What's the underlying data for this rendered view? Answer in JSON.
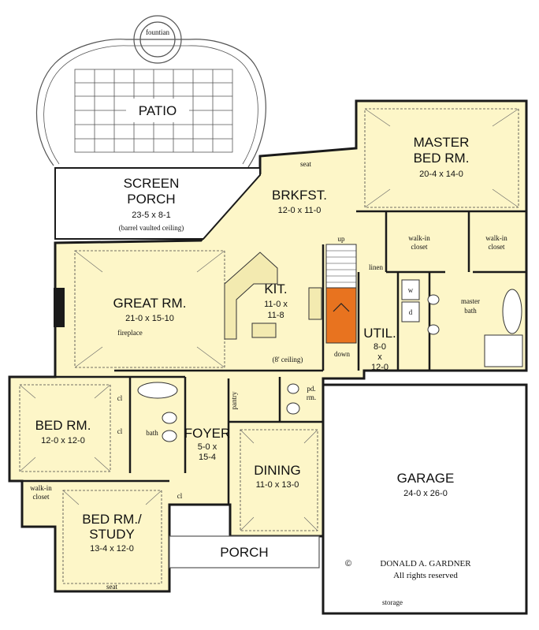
{
  "plan": {
    "background_color": "#ffffff",
    "floor_color": "#fdf6c8",
    "wall_color": "#1a1a1a",
    "stair_accent_color": "#e8731f",
    "outline_color": "#555555",
    "rooms": {
      "patio": {
        "name": "PATIO"
      },
      "fountain": {
        "name": "fountian"
      },
      "screen_porch": {
        "name_line1": "SCREEN",
        "name_line2": "PORCH",
        "dims": "23-5 x 8-1",
        "note": "(barrel vaulted ceiling)"
      },
      "brkfst": {
        "name": "BRKFST.",
        "dims": "12-0 x 11-0"
      },
      "seat_top": {
        "label": "seat"
      },
      "master_bed": {
        "name_line1": "MASTER",
        "name_line2": "BED RM.",
        "dims": "20-4 x 14-0"
      },
      "walk_in_closet_left": {
        "line1": "walk-in",
        "line2": "closet"
      },
      "walk_in_closet_right": {
        "line1": "walk-in",
        "line2": "closet"
      },
      "master_bath": {
        "line1": "master",
        "line2": "bath"
      },
      "linen": {
        "label": "linen"
      },
      "washer": {
        "label": "w"
      },
      "dryer": {
        "label": "d"
      },
      "great_rm": {
        "name": "GREAT RM.",
        "dims": "21-0 x 15-10",
        "fireplace": "fireplace"
      },
      "kit": {
        "name": "KIT.",
        "dims_line1": "11-0 x",
        "dims_line2": "11-8"
      },
      "stairs": {
        "up": "up",
        "down": "down"
      },
      "util": {
        "name": "UTIL.",
        "dims_line1": "8-0",
        "dims_line2": "x",
        "dims_line3": "12-0"
      },
      "ceiling_note": {
        "label": "(8' ceiling)"
      },
      "bed_rm_1": {
        "name": "BED RM.",
        "dims": "12-0 x 12-0"
      },
      "bath": {
        "label": "bath"
      },
      "cl_1": {
        "label": "cl"
      },
      "cl_2": {
        "label": "cl"
      },
      "cl_3": {
        "label": "cl"
      },
      "pantry": {
        "label": "pantry"
      },
      "pd_rm": {
        "line1": "pd.",
        "line2": "rm."
      },
      "foyer": {
        "name": "FOYER",
        "dims_line1": "5-0 x",
        "dims_line2": "15-4"
      },
      "dining": {
        "name": "DINING",
        "dims": "11-0 x 13-0"
      },
      "walk_in_closet_bed": {
        "line1": "walk-in",
        "line2": "closet"
      },
      "bed_rm_study": {
        "name_line1": "BED RM./",
        "name_line2": "STUDY",
        "dims": "13-4 x 12-0"
      },
      "seat_bottom": {
        "label": "seat"
      },
      "porch": {
        "name": "PORCH"
      },
      "garage": {
        "name": "GARAGE",
        "dims": "24-0 x 26-0"
      },
      "storage": {
        "label": "storage"
      }
    },
    "copyright": {
      "symbol": "©",
      "line1": "DONALD A. GARDNER",
      "line2": "All rights reserved"
    }
  }
}
